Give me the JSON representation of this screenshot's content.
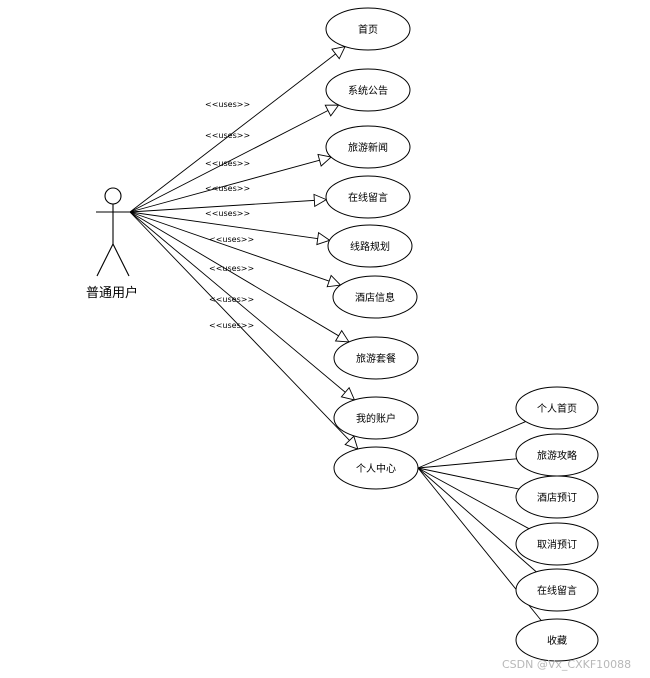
{
  "actor": {
    "name": "普通用户"
  },
  "relation_label": "<<uses>>",
  "use_cases": [
    {
      "label": "首页"
    },
    {
      "label": "系统公告"
    },
    {
      "label": "旅游新闻"
    },
    {
      "label": "在线留言"
    },
    {
      "label": "线路规划"
    },
    {
      "label": "酒店信息"
    },
    {
      "label": "旅游套餐"
    },
    {
      "label": "我的账户"
    },
    {
      "label": "个人中心"
    }
  ],
  "sub_use_cases": [
    {
      "label": "个人首页"
    },
    {
      "label": "旅游攻略"
    },
    {
      "label": "酒店预订"
    },
    {
      "label": "取消预订"
    },
    {
      "label": "在线留言"
    },
    {
      "label": "收藏"
    }
  ],
  "watermark": "CSDN @Vx_CXKF10088"
}
